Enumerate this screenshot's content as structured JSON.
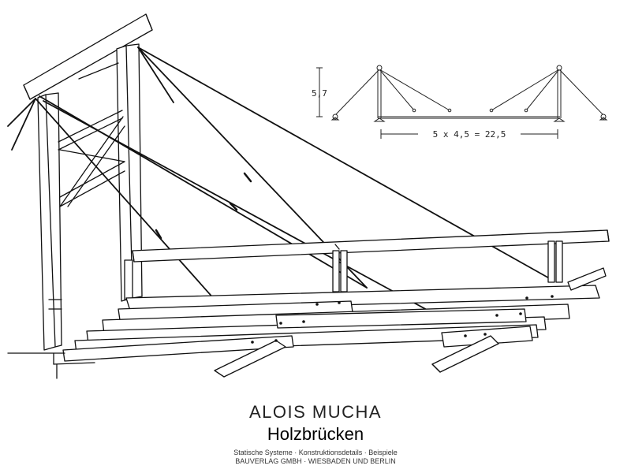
{
  "diagram": {
    "height_label": "5,7",
    "span_label": "5 x 4,5 = 22,5"
  },
  "cover": {
    "author": "ALOIS MUCHA",
    "title": "Holzbrücken",
    "subtitle": "Statische Systeme · Konstruktionsdetails · Beispiele",
    "publisher": "BAUVERLAG GMBH · WIESBADEN UND BERLIN"
  }
}
